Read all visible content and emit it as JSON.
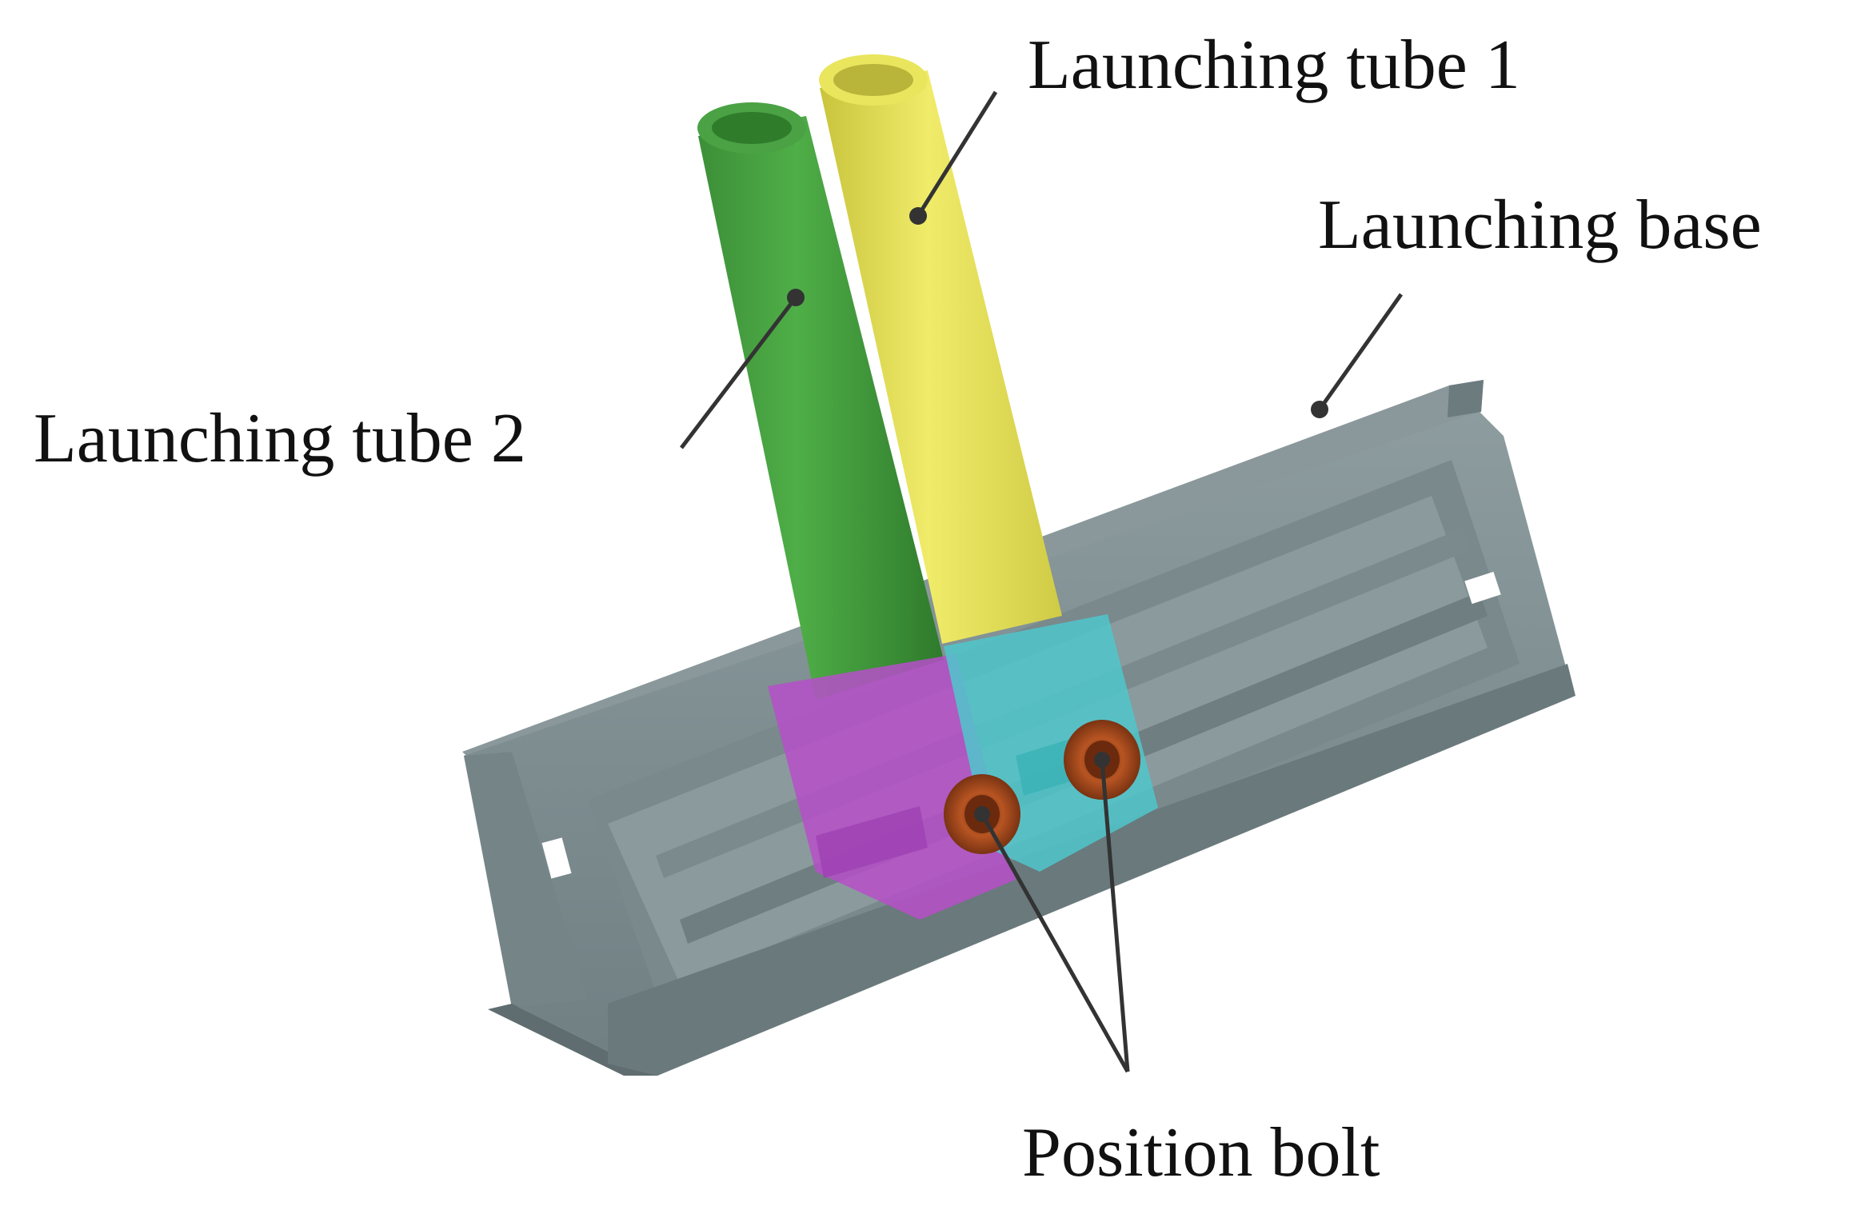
{
  "labels": {
    "tube1": "Launching tube 1",
    "base": "Launching base",
    "tube2": "Launching tube 2",
    "bolt": "Position bolt"
  },
  "colors": {
    "background": "#ffffff",
    "base": "#7f8f92",
    "tube1": "#e4e05a",
    "tube2": "#3f9a3c",
    "block_magenta": "#b64fc9",
    "block_cyan": "#4fc7cb",
    "bolt": "#a4471c",
    "leader": "#333333"
  }
}
